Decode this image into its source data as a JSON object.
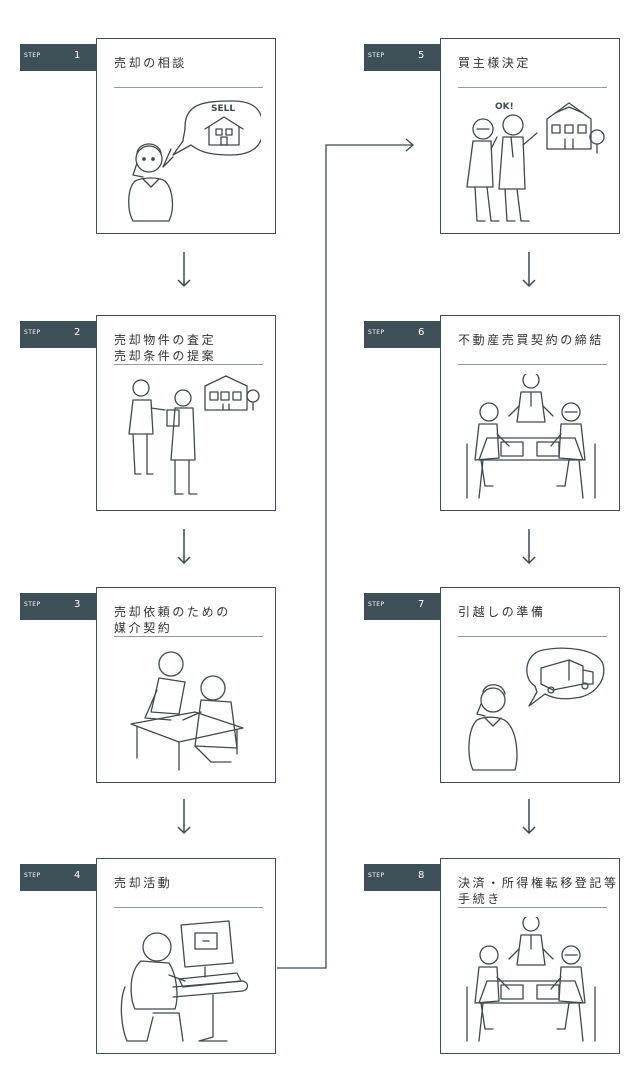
{
  "step_word": "STEP",
  "steps": [
    {
      "number": "1",
      "title_lines": [
        "売却の相談"
      ],
      "illustration": "person-phone-sell-house"
    },
    {
      "number": "2",
      "title_lines": [
        "売却物件の査定",
        "売却条件の提案"
      ],
      "illustration": "agent-appraisal-house"
    },
    {
      "number": "3",
      "title_lines": [
        "売却依頼のための",
        "媒介契約"
      ],
      "illustration": "contract-signing-table"
    },
    {
      "number": "4",
      "title_lines": [
        "売却活動"
      ],
      "illustration": "person-computer"
    },
    {
      "number": "5",
      "title_lines": [
        "買主様決定"
      ],
      "illustration": "buyers-ok-house"
    },
    {
      "number": "6",
      "title_lines": [
        "不動産売買契約の締結"
      ],
      "illustration": "meeting-three-people"
    },
    {
      "number": "7",
      "title_lines": [
        "引越しの準備"
      ],
      "illustration": "person-phone-truck"
    },
    {
      "number": "8",
      "title_lines": [
        "決済・所得権転移登記等",
        "手続き"
      ],
      "illustration": "meeting-three-people"
    }
  ],
  "sell_sign": "SELL",
  "ok_text": "OK!",
  "colors": {
    "accent": "#3e4f57",
    "line": "#3f4a4f",
    "rule": "#8f9da3"
  }
}
